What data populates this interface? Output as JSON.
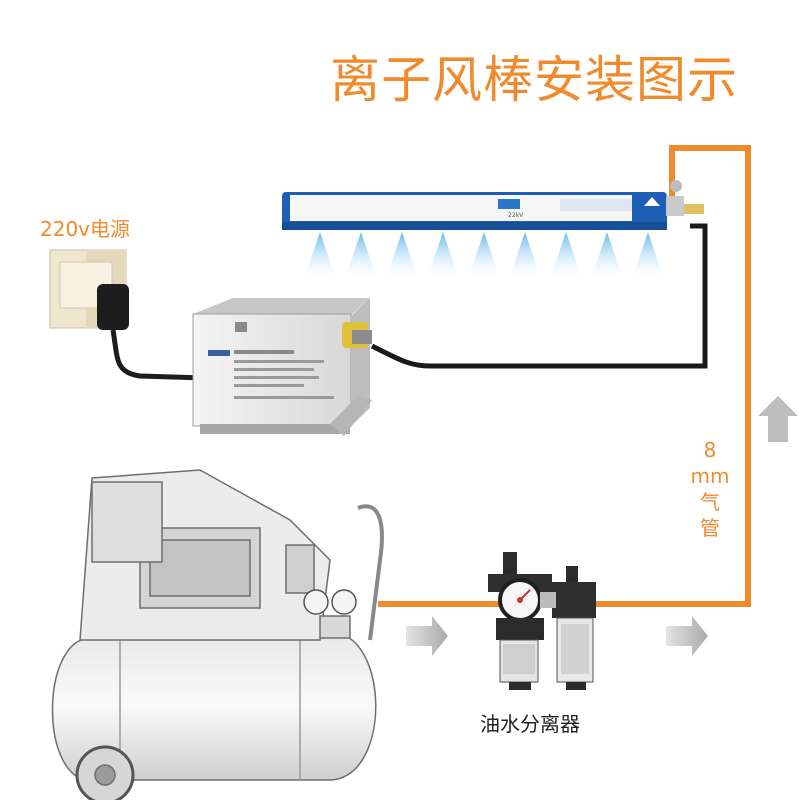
{
  "title": "离子风棒安装图示",
  "power_label": "220v电源",
  "tube_label": [
    "8",
    "mm",
    "气",
    "管"
  ],
  "separator_label": "油水分离器",
  "bar_small_text": "22kV",
  "colors": {
    "accent": "#ef8b2c",
    "bar_blue": "#1c5fb5",
    "air_blue": "#5ab4ee"
  }
}
